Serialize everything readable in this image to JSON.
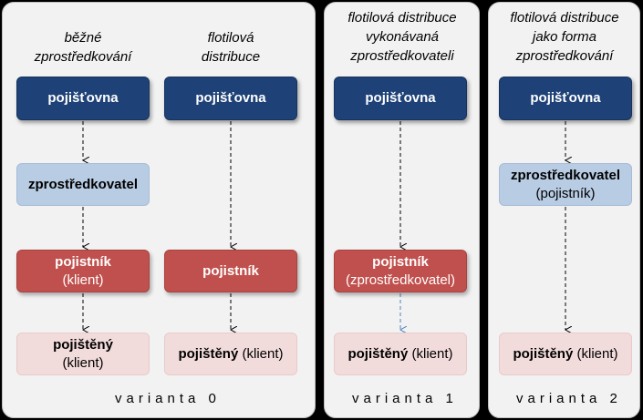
{
  "columns": [
    {
      "heading": [
        "běžné",
        "zprostředkování"
      ],
      "boxes": {
        "insurer": "pojišťovna",
        "broker": "zprostředkovatel",
        "policyholder": [
          "pojistník",
          "(klient)"
        ],
        "insured": [
          "pojištěný",
          "(klient)"
        ]
      }
    },
    {
      "heading": [
        "flotilová",
        "distribuce"
      ],
      "boxes": {
        "insurer": "pojišťovna",
        "policyholder": "pojistník",
        "insured_bold": "pojištěný",
        "insured_rest": "(klient)"
      }
    },
    {
      "heading": [
        "flotilová distribuce",
        "vykonávaná",
        "zprostředkovateli"
      ],
      "boxes": {
        "insurer": "pojišťovna",
        "policyholder": [
          "pojistník",
          "(zprostředkovatel)"
        ],
        "insured_bold": "pojištěný",
        "insured_rest": "(klient)"
      }
    },
    {
      "heading": [
        "flotilová distribuce",
        "jako forma",
        "zprostředkování"
      ],
      "boxes": {
        "insurer": "pojišťovna",
        "broker": [
          "zprostředkovatel",
          "(pojistník)"
        ],
        "insured_bold": "pojištěný",
        "insured_rest": "(klient)"
      }
    }
  ],
  "variants": [
    "varianta 0",
    "varianta 1",
    "varianta 2"
  ],
  "colors": {
    "insurer": "#1e4177",
    "broker": "#b8cce4",
    "policyholder": "#c0504d",
    "insured": "#f2dcdb",
    "panel": "#f2f2f2"
  }
}
